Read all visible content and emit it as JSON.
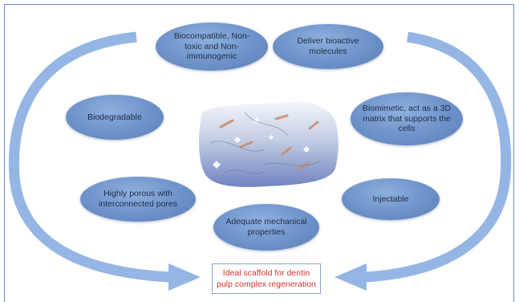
{
  "nodes": {
    "biocompatible": "Biocompatible, Non-toxic and Non-immunogenic",
    "bioactive": "Deliver bioactive molecules",
    "biodegradable": "Biodegradable",
    "biomimetic": "Biomimetic, act as a 3D matrix that supports the cells",
    "porous": "Highly porous with interconnected pores",
    "injectable": "Injectable",
    "mechanical": "Adequate mechanical properties"
  },
  "result": {
    "line1": "Ideal scaffold for dentin",
    "line2": "pulp complex regeneration"
  },
  "colors": {
    "arrow": "#95b6e4",
    "node": "#7197cd",
    "result_text": "#d6332c",
    "frame": "#6b8fc6"
  }
}
